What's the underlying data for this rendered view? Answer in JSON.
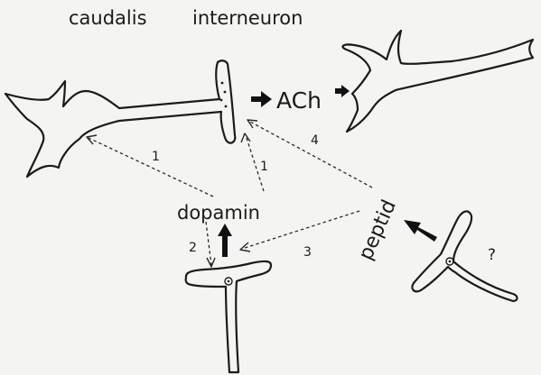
{
  "labels": {
    "caudalis": "caudalis",
    "interneuron": "interneuron",
    "ach": "ACh",
    "dopamin": "dopamin",
    "peptid": "peptid",
    "question": "?"
  },
  "pathways": {
    "p1_left": "1",
    "p1_right": "1",
    "p2": "2",
    "p3": "3",
    "p4": "4"
  },
  "colors": {
    "ink": "#1b1b1b",
    "paper": "#f4f4f2"
  }
}
